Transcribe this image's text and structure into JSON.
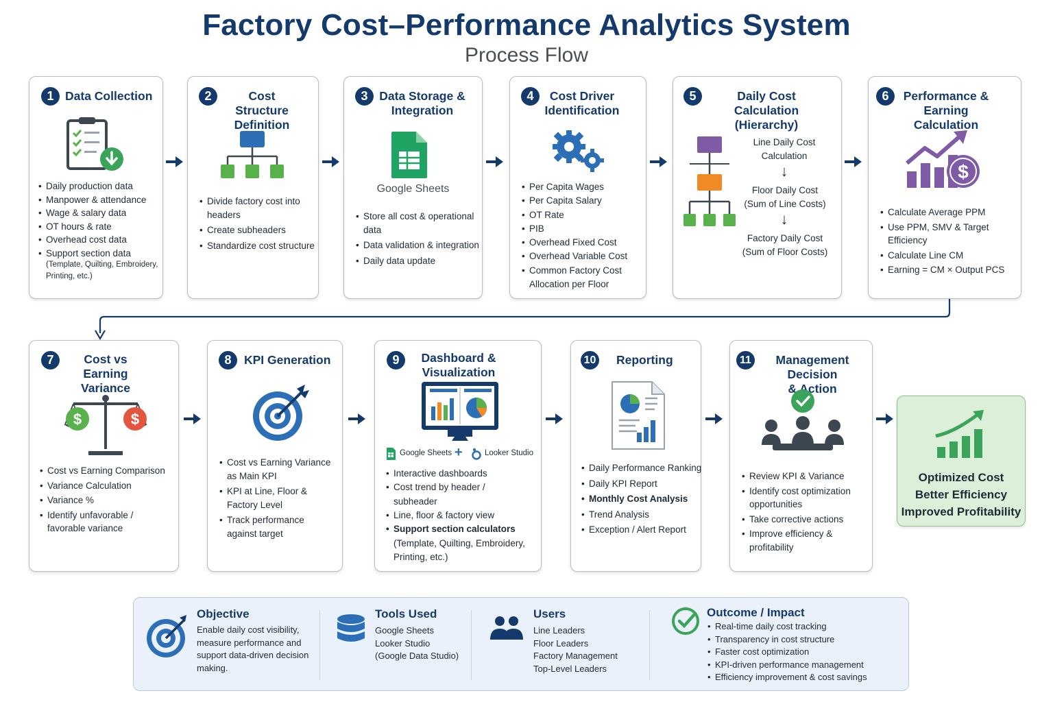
{
  "header": {
    "title": "Factory Cost–Performance Analytics System",
    "subtitle": "Process Flow"
  },
  "colors": {
    "navy": "#143a6b",
    "blue": "#2c6fb6",
    "green": "#58b14a",
    "orange": "#f08a24",
    "purple": "#7f5aa6",
    "red": "#e2553f",
    "outcome_bg": "#dcefd9",
    "panel_bg": "#eaf1fa"
  },
  "steps": [
    {
      "number": "1",
      "title_lines": [
        "Data Collection"
      ],
      "icon": "clipboard-download-icon",
      "bullets": [
        "Daily production data",
        "Manpower & attendance",
        "Wage & salary data",
        "OT hours & rate",
        "Overhead cost data",
        "Support section data"
      ],
      "bullet_note": "(Template, Quilting, Embroidery, Printing, etc.)"
    },
    {
      "number": "2",
      "title_lines": [
        "Cost Structure",
        "Definition"
      ],
      "icon": "hierarchy-icon",
      "bullets": [
        "Divide factory cost into headers",
        "Create subheaders",
        "Standardize cost structure"
      ]
    },
    {
      "number": "3",
      "title_lines": [
        "Data Storage &",
        "Integration"
      ],
      "icon": "google-sheets-icon",
      "icon_caption": "Google Sheets",
      "bullets": [
        "Store all cost & operational data",
        "Data validation & integration",
        "Daily data update"
      ]
    },
    {
      "number": "4",
      "title_lines": [
        "Cost Driver",
        "Identification"
      ],
      "icon": "gears-icon",
      "bullets": [
        "Per Capita Wages",
        "Per Capita Salary",
        "OT Rate",
        "PIB",
        "Overhead Fixed Cost",
        "Overhead Variable Cost",
        "Common Factory Cost Allocation per Floor"
      ]
    },
    {
      "number": "5",
      "title_lines": [
        "Daily Cost Calculation",
        "(Hierarchy)"
      ],
      "icon": "tree-hierarchy-icon",
      "levels": [
        "Line Daily Cost Calculation",
        "Floor Daily Cost (Sum of Line Costs)",
        "Factory Daily Cost (Sum of Floor Costs)"
      ],
      "level_arrow": "↓"
    },
    {
      "number": "6",
      "title_lines": [
        "Performance &",
        "Earning Calculation"
      ],
      "icon": "growth-dollar-icon",
      "bullets": [
        "Calculate Average PPM",
        "Use PPM, SMV & Target Efficiency",
        "Calculate Line CM",
        "Earning = CM × Output PCS"
      ]
    },
    {
      "number": "7",
      "title_lines": [
        "Cost vs Earning",
        "Variance"
      ],
      "icon": "balance-scale-icon",
      "bullets": [
        "Cost vs Earning Comparison",
        "Variance Calculation",
        "Variance %",
        "Identify unfavorable / favorable variance"
      ]
    },
    {
      "number": "8",
      "title_lines": [
        "KPI Generation"
      ],
      "icon": "target-icon",
      "bullets": [
        "Cost vs Earning Variance as Main KPI",
        "KPI at Line, Floor & Factory Level",
        "Track performance against target"
      ]
    },
    {
      "number": "9",
      "title_lines": [
        "Dashboard &",
        "Visualization"
      ],
      "icon": "monitor-dashboard-icon",
      "tools": [
        "Google Sheets",
        "+",
        "Looker Studio"
      ],
      "bullets": [
        "Interactive dashboards",
        "Cost trend by header / subheader",
        "Line, floor & factory view",
        "Support section calculators"
      ],
      "bold_bullet": "Support section calculators",
      "bullet_note": "(Template, Quilting, Embroidery, Printing, etc.)"
    },
    {
      "number": "10",
      "title_lines": [
        "Reporting"
      ],
      "icon": "report-document-icon",
      "bullets": [
        "Daily Performance Ranking",
        "Daily KPI Report",
        "Monthly Cost Analysis",
        "Trend Analysis",
        "Exception / Alert Report"
      ],
      "bold_bullet": "Monthly Cost Analysis"
    },
    {
      "number": "11",
      "title_lines": [
        "Management Decision",
        "& Action"
      ],
      "icon": "meeting-check-icon",
      "bullets": [
        "Review KPI & Variance",
        "Identify cost optimization opportunities",
        "Take corrective actions",
        "Improve efficiency & profitability"
      ]
    }
  ],
  "outcome": {
    "icon": "growth-chart-icon",
    "lines": [
      "Optimized Cost",
      "Better Efficiency",
      "Improved Profitability"
    ]
  },
  "summary": {
    "objective": {
      "icon": "target-icon",
      "title": "Objective",
      "text": "Enable daily cost visibility, measure performance and support data-driven decision making."
    },
    "tools": {
      "icon": "database-icon",
      "title": "Tools Used",
      "lines": [
        "Google Sheets",
        "Looker Studio",
        "(Google Data Studio)"
      ]
    },
    "users": {
      "icon": "users-icon",
      "title": "Users",
      "lines": [
        "Line Leaders",
        "Floor Leaders",
        "Factory Management",
        "Top-Level Leaders"
      ]
    },
    "outcome": {
      "icon": "check-circle-icon",
      "title": "Outcome / Impact",
      "items": [
        "Real-time daily cost tracking",
        "Transparency in cost structure",
        "Faster cost optimization",
        "KPI-driven performance management",
        "Efficiency improvement & cost savings"
      ]
    }
  }
}
